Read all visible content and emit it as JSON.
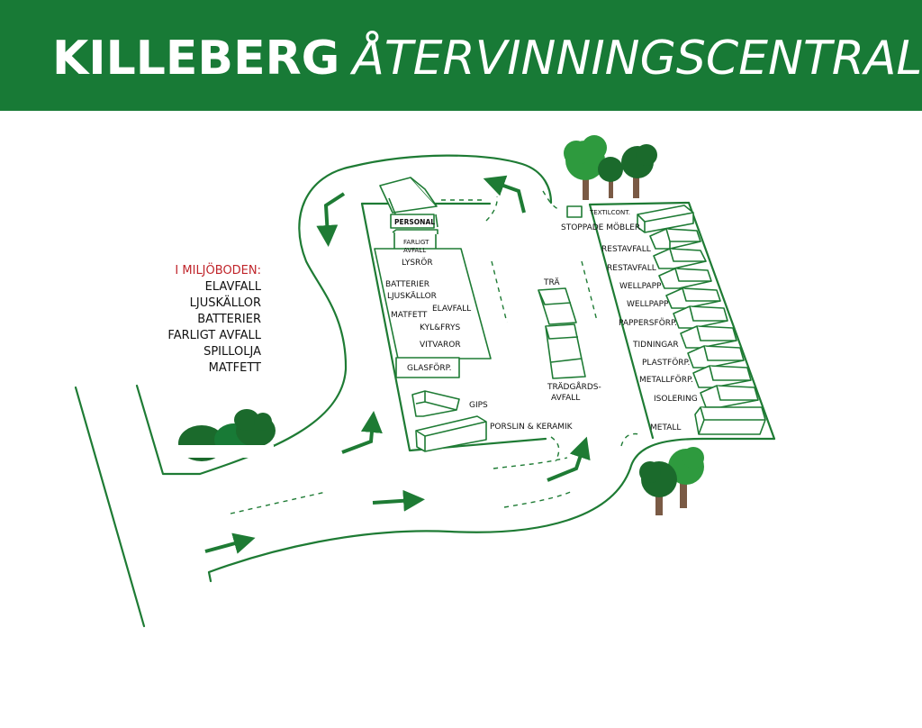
{
  "title": {
    "bold": "KILLEBERG",
    "rest": "ÅTERVINNINGSCENTRAL"
  },
  "colors": {
    "brand_green": "#187a36",
    "line_green": "#1e7b34",
    "tree_light": "#2e9a3e",
    "tree_dark": "#1b6a2c",
    "trunk": "#7a5a45",
    "legend_heading": "#c0252b"
  },
  "legend": {
    "heading": "I MILJÖBODEN:",
    "items": [
      "ELAVFALL",
      "LJUSKÄLLOR",
      "BATTERIER",
      "FARLIGT AVFALL",
      "SPILLOLJA",
      "MATFETT"
    ]
  },
  "buildings": {
    "personal": "PERSONAL",
    "farligt_avfall_1": "FARLIGT",
    "farligt_avfall_2": "AVFALL"
  },
  "labels": {
    "lysror": "LYSRÖR",
    "batterier": "BATTERIER",
    "ljuskallor": "LJUSKÄLLOR",
    "elavfall": "ELAVFALL",
    "matfett": "MATFETT",
    "kylfrys": "KYL&FRYS",
    "vitvaror": "VITVAROR",
    "glasforp": "GLASFÖRP.",
    "gips": "GIPS",
    "porslin": "PORSLIN & KERAMIK",
    "tra": "TRÄ",
    "tradgard_1": "TRÄDGÅRDS-",
    "tradgard_2": "AVFALL",
    "textilcont": "TEXTILCONT.",
    "stoppade": "STOPPADE MÖBLER",
    "restavfall_1": "RESTAVFALL",
    "restavfall_2": "RESTAVFALL",
    "wellpapp_1": "WELLPAPP",
    "wellpapp_2": "WELLPAPP",
    "pappersforp": "PAPPERSFÖRP.",
    "tidningar": "TIDNINGAR",
    "plastforp": "PLASTFÖRP.",
    "metallforp": "METALLFÖRP.",
    "isolering": "ISOLERING",
    "metall": "METALL"
  }
}
